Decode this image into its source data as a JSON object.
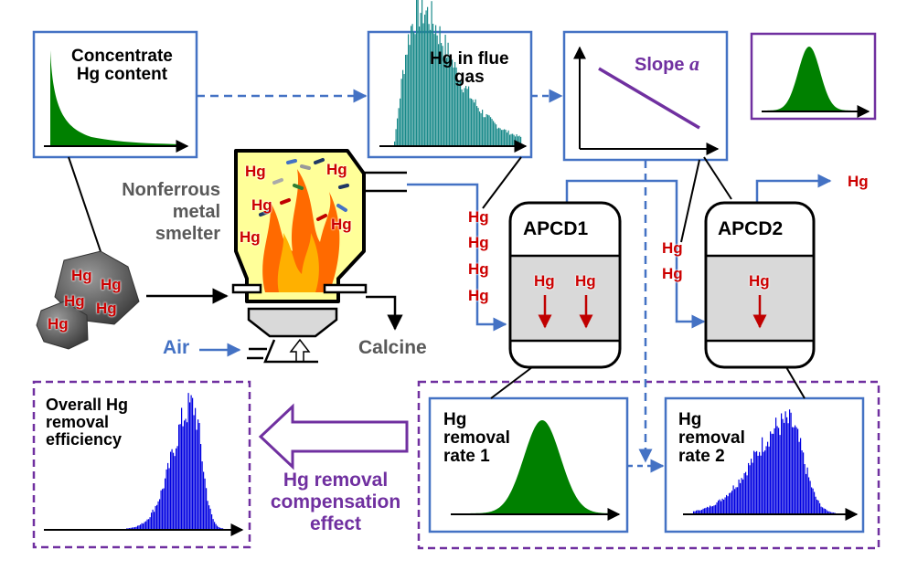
{
  "colors": {
    "box_border": "#4472c4",
    "dashed_group": "#7030a0",
    "green": "#008000",
    "teal": "#1a8a8a",
    "blue_bars": "#0000e0",
    "hg_red": "#cc0000",
    "purple_text": "#7030a0",
    "apcd_fill": "#d9d9d9",
    "smelter_fill": "#ffff99",
    "flame": "#ff6a00"
  },
  "boxes": {
    "concentrate": {
      "line1": "Concentrate",
      "line2": "Hg content"
    },
    "flue_gas": {
      "line1": "Hg in flue",
      "line2": "gas"
    },
    "slope": {
      "prefix": "Slope ",
      "symbol": "a"
    },
    "removal_rate_1": {
      "line1": "Hg",
      "line2": "removal",
      "line3": "rate 1"
    },
    "removal_rate_2": {
      "line1": "Hg",
      "line2": "removal",
      "line3": "rate 2"
    },
    "overall": {
      "line1": "Overall Hg",
      "line2": "removal",
      "line3": "efficiency"
    }
  },
  "smelter": {
    "line1": "Nonferrous",
    "line2": "metal",
    "line3": "smelter"
  },
  "inputs": {
    "air": "Air",
    "calcine": "Calcine"
  },
  "apcd": {
    "unit1": "APCD1",
    "unit2": "APCD2"
  },
  "compensation": {
    "line1": "Hg removal",
    "line2": "compensation",
    "line3": "effect"
  },
  "hg_label": "Hg",
  "icons": [
    "ore-icon",
    "furnace-icon",
    "flame-icon",
    "arrow-icon",
    "distribution-chart-icon"
  ]
}
